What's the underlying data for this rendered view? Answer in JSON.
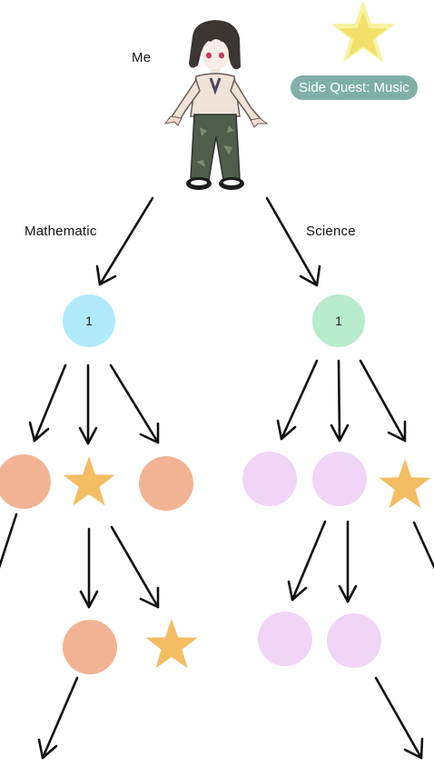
{
  "labels": {
    "me": "Me",
    "branch_left": "Mathematic",
    "branch_right": "Science",
    "side_quest": "Side Quest: Music"
  },
  "nodes": {
    "math_root": "1",
    "science_root": "1"
  },
  "colors": {
    "math_root": "#b0eafa",
    "science_root": "#b7ebcb",
    "math_node": "#f2b394",
    "science_node": "#f0d5f7",
    "star": "#f2bd63",
    "side_star_outer": "#f7f29e",
    "side_star_inner": "#f2e06b",
    "badge": "#7fb0a8",
    "arrow": "#111111"
  },
  "icons": {
    "avatar": "chibi-character-avatar",
    "side_quest": "star-icon",
    "completed": "star-icon"
  }
}
